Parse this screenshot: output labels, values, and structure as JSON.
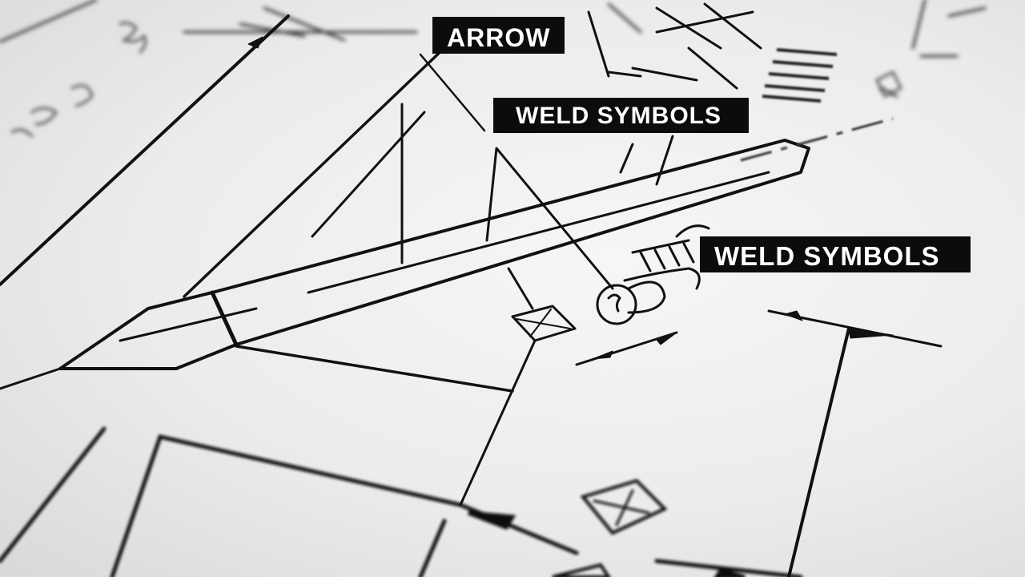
{
  "callouts": {
    "arrow": "ARROW",
    "weld_symbols_handwritten": "WELD SYMBOLS",
    "weld_symbols": "WELD SYMBOLS"
  },
  "colors": {
    "paper": "#ececec",
    "ink": "#111111",
    "label_bg": "#0c0c0c",
    "label_text": "#ffffff"
  }
}
